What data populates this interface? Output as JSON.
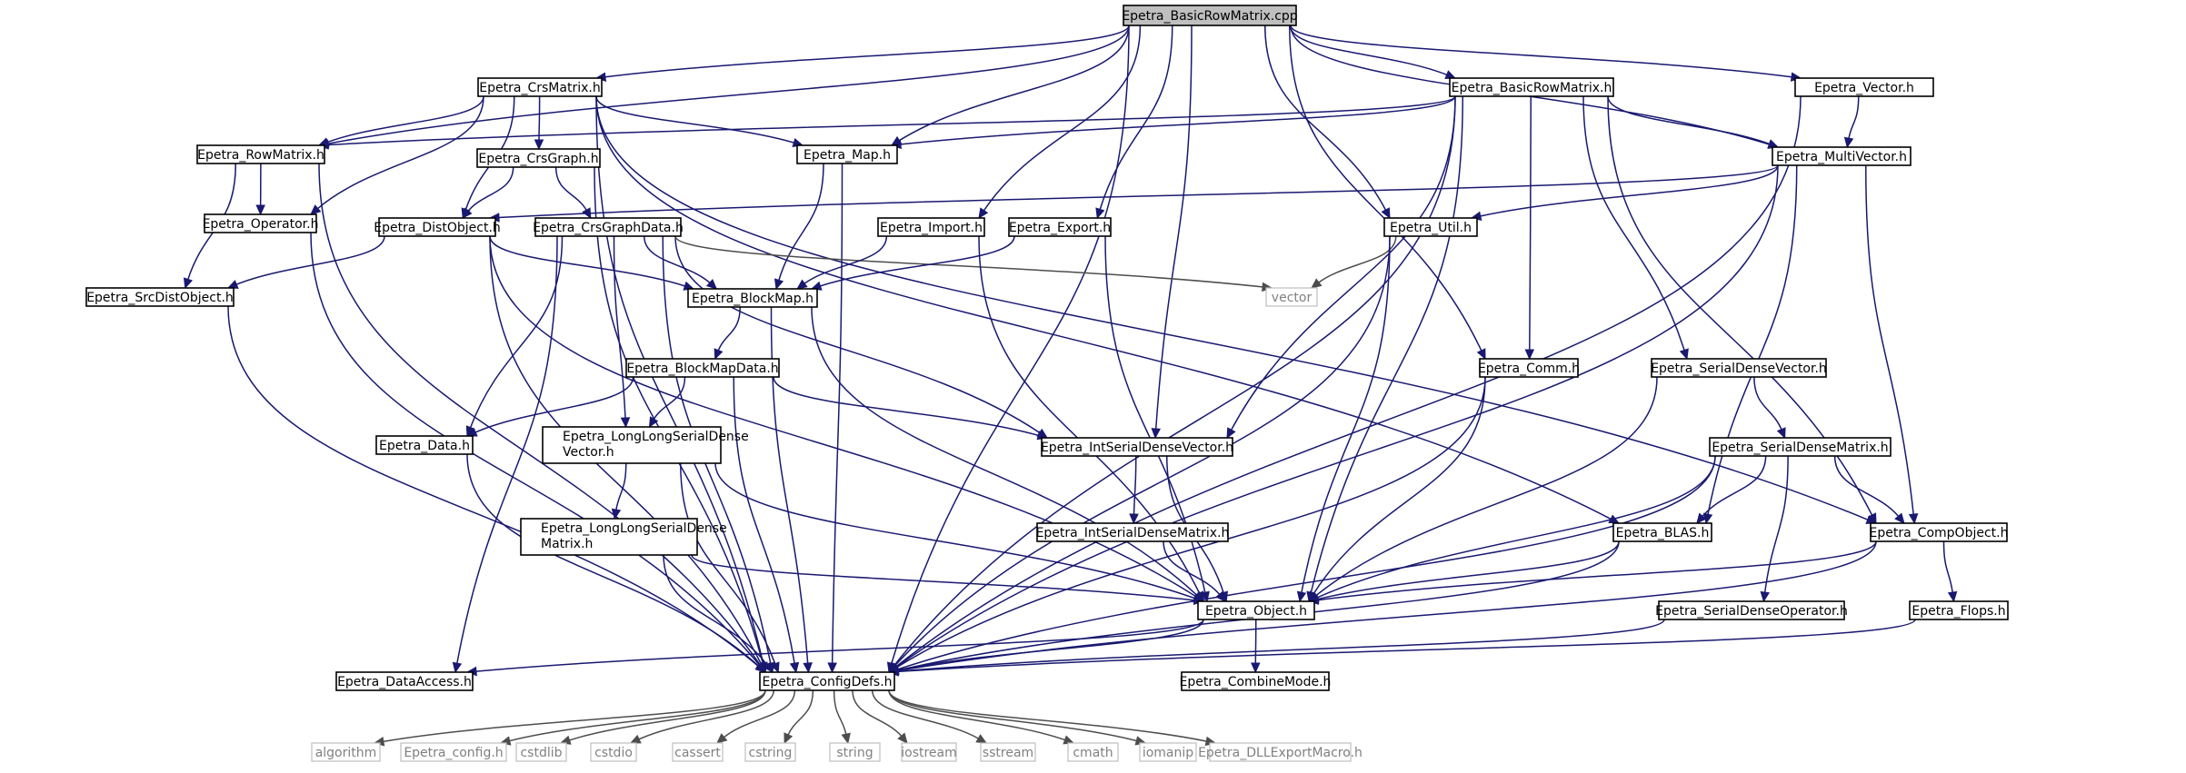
{
  "diagram": {
    "nodes": [
      {
        "id": "root",
        "label": "Epetra_BasicRowMatrix.cpp",
        "kind": "root"
      },
      {
        "id": "crsmatrix",
        "label": "Epetra_CrsMatrix.h",
        "kind": "header"
      },
      {
        "id": "basicrowmatrix",
        "label": "Epetra_BasicRowMatrix.h",
        "kind": "header"
      },
      {
        "id": "vector",
        "label": "Epetra_Vector.h",
        "kind": "header"
      },
      {
        "id": "rowmatrix",
        "label": "Epetra_RowMatrix.h",
        "kind": "header"
      },
      {
        "id": "crsgraph",
        "label": "Epetra_CrsGraph.h",
        "kind": "header"
      },
      {
        "id": "map",
        "label": "Epetra_Map.h",
        "kind": "header"
      },
      {
        "id": "multivector",
        "label": "Epetra_MultiVector.h",
        "kind": "header"
      },
      {
        "id": "operator",
        "label": "Epetra_Operator.h",
        "kind": "header"
      },
      {
        "id": "distobject",
        "label": "Epetra_DistObject.h",
        "kind": "header"
      },
      {
        "id": "crsgraphdata",
        "label": "Epetra_CrsGraphData.h",
        "kind": "header"
      },
      {
        "id": "import",
        "label": "Epetra_Import.h",
        "kind": "header"
      },
      {
        "id": "export",
        "label": "Epetra_Export.h",
        "kind": "header"
      },
      {
        "id": "util",
        "label": "Epetra_Util.h",
        "kind": "header"
      },
      {
        "id": "srcdistobject",
        "label": "Epetra_SrcDistObject.h",
        "kind": "header"
      },
      {
        "id": "blockmap",
        "label": "Epetra_BlockMap.h",
        "kind": "header"
      },
      {
        "id": "vectorstd",
        "label": "vector",
        "kind": "system"
      },
      {
        "id": "blockmapdata",
        "label": "Epetra_BlockMapData.h",
        "kind": "header"
      },
      {
        "id": "comm",
        "label": "Epetra_Comm.h",
        "kind": "header"
      },
      {
        "id": "serialdensevector",
        "label": "Epetra_SerialDenseVector.h",
        "kind": "header"
      },
      {
        "id": "data",
        "label": "Epetra_Data.h",
        "kind": "header"
      },
      {
        "id": "longlongvector",
        "label": "Epetra_LongLongSerialDense\nVector.h",
        "kind": "header"
      },
      {
        "id": "intserialdensevector",
        "label": "Epetra_IntSerialDenseVector.h",
        "kind": "header"
      },
      {
        "id": "serialdensematrix",
        "label": "Epetra_SerialDenseMatrix.h",
        "kind": "header"
      },
      {
        "id": "longlongmatrix",
        "label": "Epetra_LongLongSerialDense\nMatrix.h",
        "kind": "header"
      },
      {
        "id": "intserialdensematrix",
        "label": "Epetra_IntSerialDenseMatrix.h",
        "kind": "header"
      },
      {
        "id": "blas",
        "label": "Epetra_BLAS.h",
        "kind": "header"
      },
      {
        "id": "compobject",
        "label": "Epetra_CompObject.h",
        "kind": "header"
      },
      {
        "id": "object",
        "label": "Epetra_Object.h",
        "kind": "header"
      },
      {
        "id": "serialdenseoperator",
        "label": "Epetra_SerialDenseOperator.h",
        "kind": "header"
      },
      {
        "id": "flops",
        "label": "Epetra_Flops.h",
        "kind": "header"
      },
      {
        "id": "dataaccess",
        "label": "Epetra_DataAccess.h",
        "kind": "header"
      },
      {
        "id": "configdefs",
        "label": "Epetra_ConfigDefs.h",
        "kind": "header"
      },
      {
        "id": "combinemode",
        "label": "Epetra_CombineMode.h",
        "kind": "header"
      },
      {
        "id": "algorithm",
        "label": "algorithm",
        "kind": "system"
      },
      {
        "id": "epetraconfig",
        "label": "Epetra_config.h",
        "kind": "system"
      },
      {
        "id": "cstdlib",
        "label": "cstdlib",
        "kind": "system"
      },
      {
        "id": "cstdio",
        "label": "cstdio",
        "kind": "system"
      },
      {
        "id": "cassert",
        "label": "cassert",
        "kind": "system"
      },
      {
        "id": "cstring",
        "label": "cstring",
        "kind": "system"
      },
      {
        "id": "string",
        "label": "string",
        "kind": "system"
      },
      {
        "id": "iostream",
        "label": "iostream",
        "kind": "system"
      },
      {
        "id": "sstream",
        "label": "sstream",
        "kind": "system"
      },
      {
        "id": "cmath",
        "label": "cmath",
        "kind": "system"
      },
      {
        "id": "iomanip",
        "label": "iomanip",
        "kind": "system"
      },
      {
        "id": "dllexport",
        "label": "Epetra_DLLExportMacro.h",
        "kind": "system"
      }
    ],
    "edges": [
      [
        "root",
        "crsmatrix"
      ],
      [
        "root",
        "basicrowmatrix"
      ],
      [
        "root",
        "vector"
      ],
      [
        "root",
        "rowmatrix"
      ],
      [
        "root",
        "map"
      ],
      [
        "root",
        "multivector"
      ],
      [
        "root",
        "import"
      ],
      [
        "root",
        "export"
      ],
      [
        "root",
        "util"
      ],
      [
        "root",
        "comm"
      ],
      [
        "root",
        "intserialdensevector"
      ],
      [
        "root",
        "configdefs"
      ],
      [
        "crsmatrix",
        "rowmatrix"
      ],
      [
        "crsmatrix",
        "crsgraph"
      ],
      [
        "crsmatrix",
        "map"
      ],
      [
        "crsmatrix",
        "operator"
      ],
      [
        "crsmatrix",
        "distobject"
      ],
      [
        "crsmatrix",
        "blas"
      ],
      [
        "crsmatrix",
        "compobject"
      ],
      [
        "crsmatrix",
        "configdefs"
      ],
      [
        "basicrowmatrix",
        "rowmatrix"
      ],
      [
        "basicrowmatrix",
        "map"
      ],
      [
        "basicrowmatrix",
        "multivector"
      ],
      [
        "basicrowmatrix",
        "comm"
      ],
      [
        "basicrowmatrix",
        "serialdensevector"
      ],
      [
        "basicrowmatrix",
        "intserialdensevector"
      ],
      [
        "basicrowmatrix",
        "object"
      ],
      [
        "basicrowmatrix",
        "compobject"
      ],
      [
        "basicrowmatrix",
        "configdefs"
      ],
      [
        "vector",
        "multivector"
      ],
      [
        "vector",
        "configdefs"
      ],
      [
        "rowmatrix",
        "operator"
      ],
      [
        "rowmatrix",
        "srcdistobject"
      ],
      [
        "rowmatrix",
        "configdefs"
      ],
      [
        "crsgraph",
        "distobject"
      ],
      [
        "crsgraph",
        "crsgraphdata"
      ],
      [
        "crsgraph",
        "configdefs"
      ],
      [
        "map",
        "blockmap"
      ],
      [
        "map",
        "configdefs"
      ],
      [
        "multivector",
        "distobject"
      ],
      [
        "multivector",
        "util"
      ],
      [
        "multivector",
        "blas"
      ],
      [
        "multivector",
        "compobject"
      ],
      [
        "multivector",
        "configdefs"
      ],
      [
        "operator",
        "configdefs"
      ],
      [
        "distobject",
        "srcdistobject"
      ],
      [
        "distobject",
        "blockmap"
      ],
      [
        "distobject",
        "object"
      ],
      [
        "distobject",
        "configdefs"
      ],
      [
        "crsgraphdata",
        "blockmap"
      ],
      [
        "crsgraphdata",
        "data"
      ],
      [
        "crsgraphdata",
        "longlongvector"
      ],
      [
        "crsgraphdata",
        "intserialdensevector"
      ],
      [
        "crsgraphdata",
        "dataaccess"
      ],
      [
        "crsgraphdata",
        "vectorstd"
      ],
      [
        "crsgraphdata",
        "configdefs"
      ],
      [
        "import",
        "blockmap"
      ],
      [
        "import",
        "object"
      ],
      [
        "export",
        "blockmap"
      ],
      [
        "export",
        "object"
      ],
      [
        "util",
        "vectorstd"
      ],
      [
        "util",
        "object"
      ],
      [
        "util",
        "configdefs"
      ],
      [
        "srcdistobject",
        "configdefs"
      ],
      [
        "blockmap",
        "blockmapdata"
      ],
      [
        "blockmap",
        "object"
      ],
      [
        "blockmap",
        "configdefs"
      ],
      [
        "blockmapdata",
        "data"
      ],
      [
        "blockmapdata",
        "longlongvector"
      ],
      [
        "blockmapdata",
        "intserialdensevector"
      ],
      [
        "blockmapdata",
        "configdefs"
      ],
      [
        "comm",
        "object"
      ],
      [
        "comm",
        "configdefs"
      ],
      [
        "serialdensevector",
        "serialdensematrix"
      ],
      [
        "serialdensevector",
        "object"
      ],
      [
        "data",
        "configdefs"
      ],
      [
        "longlongvector",
        "longlongmatrix"
      ],
      [
        "longlongvector",
        "object"
      ],
      [
        "longlongvector",
        "configdefs"
      ],
      [
        "intserialdensevector",
        "intserialdensematrix"
      ],
      [
        "intserialdensevector",
        "object"
      ],
      [
        "serialdensematrix",
        "blas"
      ],
      [
        "serialdensematrix",
        "compobject"
      ],
      [
        "serialdensematrix",
        "object"
      ],
      [
        "serialdensematrix",
        "serialdenseoperator"
      ],
      [
        "serialdensematrix",
        "configdefs"
      ],
      [
        "longlongmatrix",
        "object"
      ],
      [
        "longlongmatrix",
        "configdefs"
      ],
      [
        "intserialdensematrix",
        "object"
      ],
      [
        "blas",
        "object"
      ],
      [
        "blas",
        "configdefs"
      ],
      [
        "compobject",
        "object"
      ],
      [
        "compobject",
        "flops"
      ],
      [
        "compobject",
        "configdefs"
      ],
      [
        "object",
        "dataaccess"
      ],
      [
        "object",
        "configdefs"
      ],
      [
        "object",
        "combinemode"
      ],
      [
        "serialdenseoperator",
        "configdefs"
      ],
      [
        "flops",
        "configdefs"
      ],
      [
        "configdefs",
        "algorithm"
      ],
      [
        "configdefs",
        "epetraconfig"
      ],
      [
        "configdefs",
        "cstdlib"
      ],
      [
        "configdefs",
        "cstdio"
      ],
      [
        "configdefs",
        "cassert"
      ],
      [
        "configdefs",
        "cstring"
      ],
      [
        "configdefs",
        "string"
      ],
      [
        "configdefs",
        "iostream"
      ],
      [
        "configdefs",
        "sstream"
      ],
      [
        "configdefs",
        "cmath"
      ],
      [
        "configdefs",
        "iomanip"
      ],
      [
        "configdefs",
        "dllexport"
      ]
    ]
  }
}
